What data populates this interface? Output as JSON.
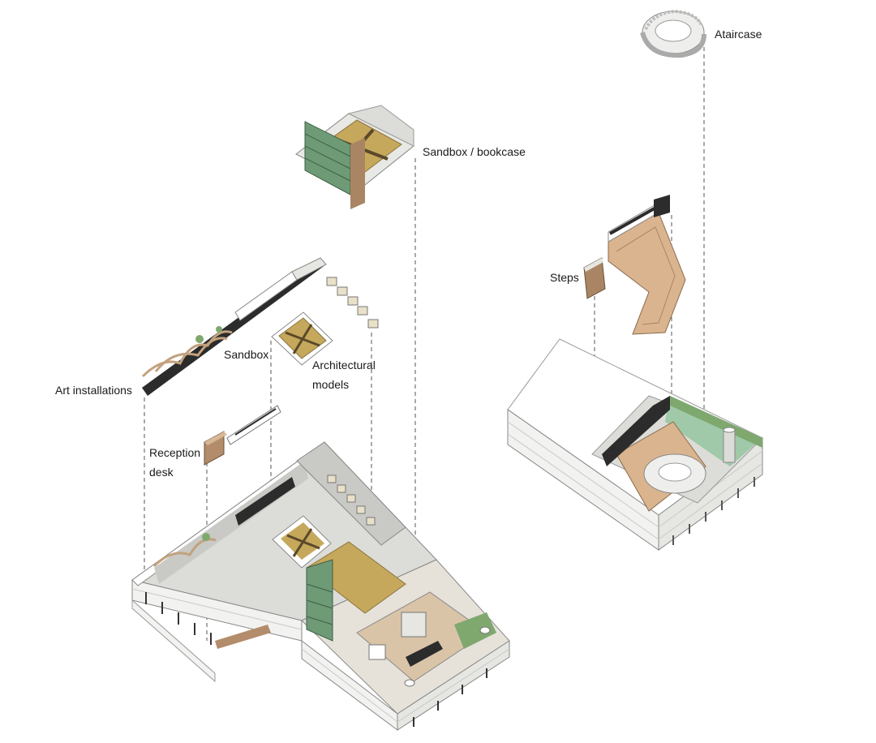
{
  "labels": {
    "staircase": "Ataircase",
    "sandbox_bookcase": "Sandbox / bookcase",
    "steps": "Steps",
    "sandbox": "Sandbox",
    "architectural_models": [
      "Architectural",
      "models"
    ],
    "art_installations": "Art installations",
    "reception_desk": [
      "Reception",
      "desk"
    ]
  },
  "colors": {
    "wall": "#f2f2f0",
    "wall_shade": "#c9c9c6",
    "floor_stone": "#dcdcd8",
    "wood": "#d9b48f",
    "wood_dark": "#a98563",
    "gold": "#c6a85c",
    "green_shelf": "#6f9a76",
    "lawn": "#7fa86e",
    "black_panel": "#2c2c2c",
    "outline": "#555555"
  }
}
